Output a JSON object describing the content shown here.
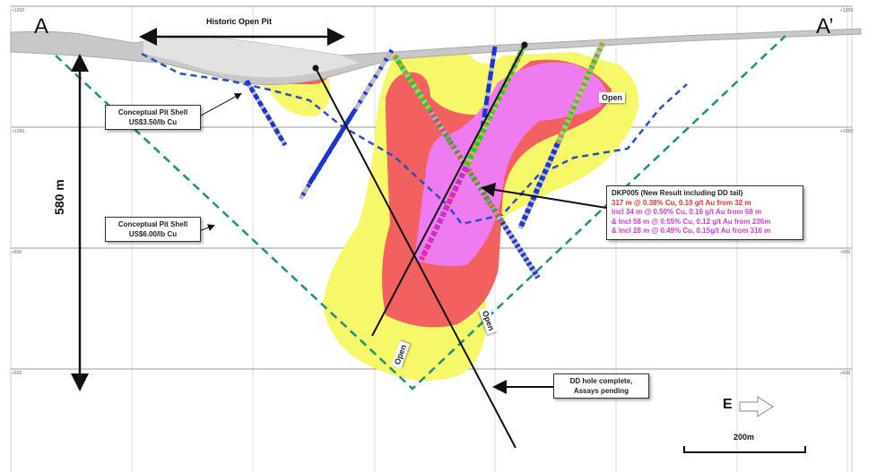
{
  "section": {
    "start_label": "A",
    "end_label": "A’"
  },
  "elevations": [
    "+1200",
    "+1000",
    "+800",
    "+600"
  ],
  "historic_pit_label": "Historic Open Pit",
  "depth_label": "580 m",
  "pit_shell_1": {
    "line1": "Conceptual Pit Shell",
    "line2": "US$3.50/lb Cu"
  },
  "pit_shell_2": {
    "line1": "Conceptual Pit Shell",
    "line2": "US$6.00/lb Cu"
  },
  "open_labels": [
    "Open",
    "Open",
    "Open"
  ],
  "dkp005": {
    "title": "DKP005 (New Result including DD tail)",
    "lines": [
      "317 m @ 0.38% Cu, 0.10 g/t Au from 32 m",
      "Incl 34 m @ 0.50% Cu, 0.16 g/t Au from 68 m",
      "& Incl 58 m @ 0.55% Cu, 0.12 g/t Au from 236m",
      "& Incl 28 m @ 0.49% Cu, 0.15g/t Au from 316 m"
    ]
  },
  "dd_hole": {
    "line1": "DD hole complete,",
    "line2": "Assays pending"
  },
  "north_arrow_label": "E",
  "scale_label": "200m",
  "colors": {
    "yellow": "#f7f76a",
    "red": "#f26060",
    "magenta": "#ee7cf0",
    "pit_blue": "#2a4fc0",
    "pit_green": "#1f8f80",
    "red_text": "#e8312f",
    "magenta_text": "#d43ad8"
  }
}
